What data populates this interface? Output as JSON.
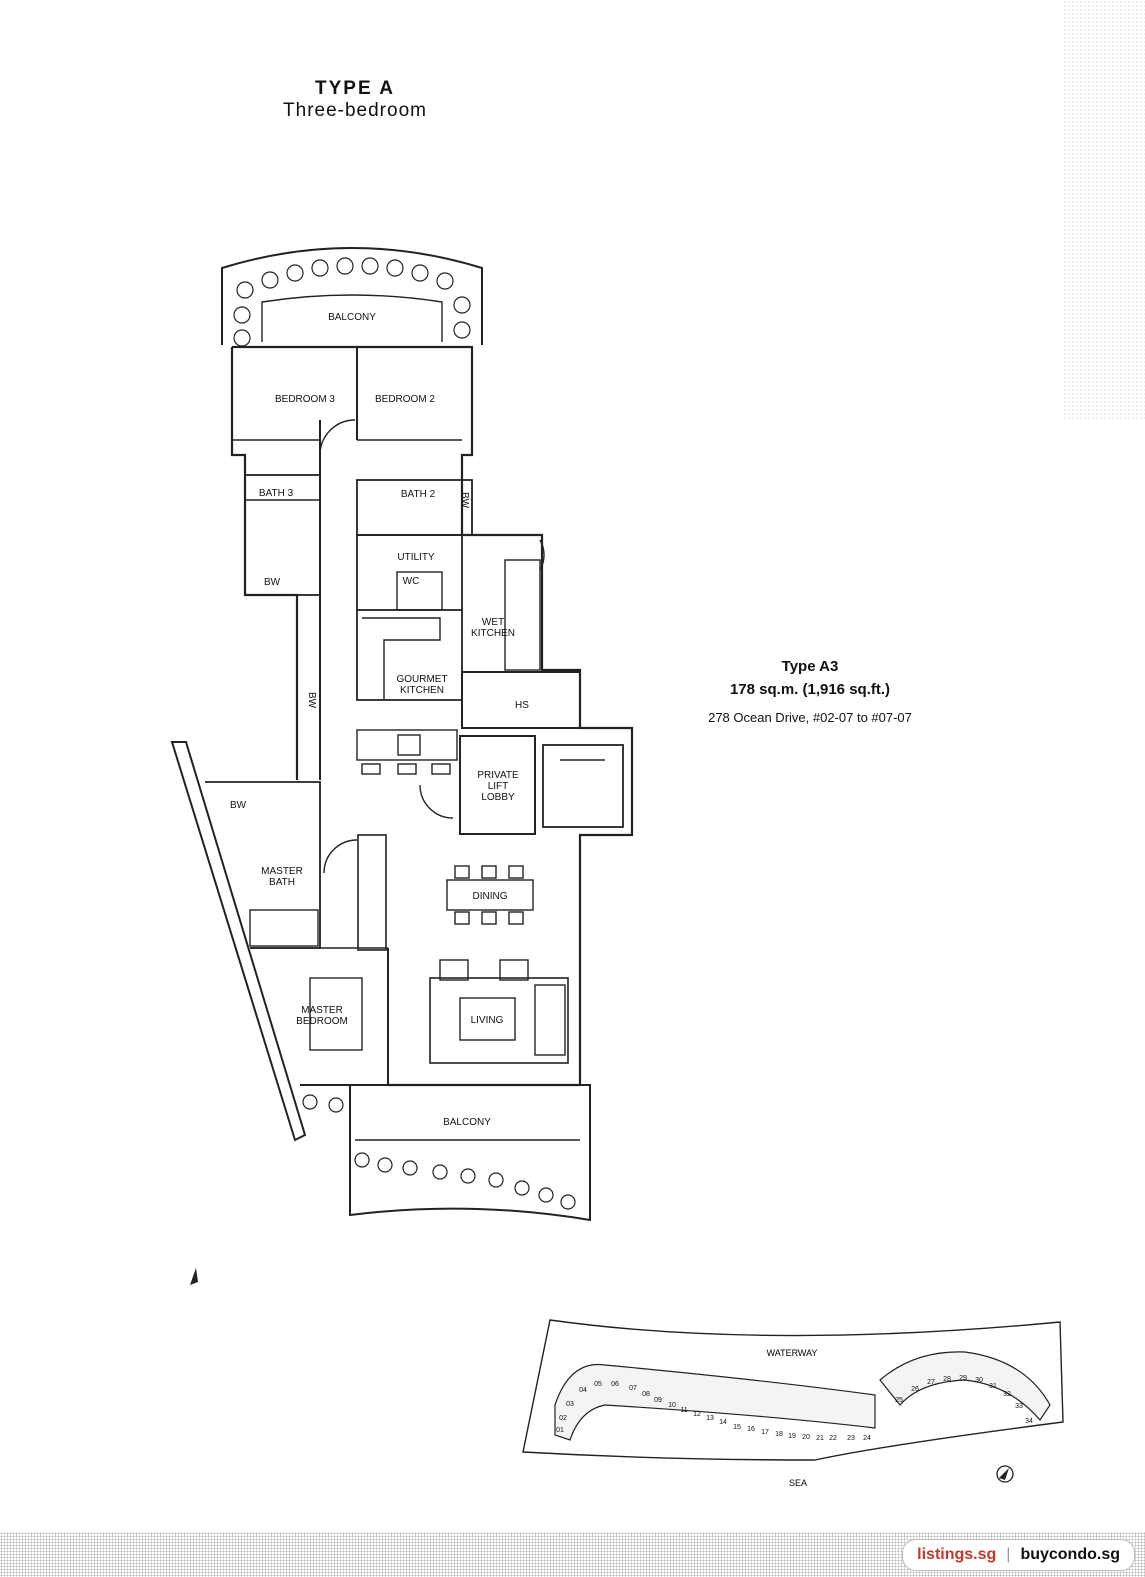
{
  "header": {
    "type": "TYPE A",
    "subtitle": "Three-bedroom"
  },
  "unit_info": {
    "type": "Type A3",
    "area": "178 sq.m. (1,916 sq.ft.)",
    "address": "278 Ocean Drive, #02-07 to #07-07"
  },
  "rooms": {
    "balcony_top": "BALCONY",
    "bedroom3": "BEDROOM 3",
    "bedroom2": "BEDROOM 2",
    "bath3": "BATH 3",
    "bath2": "BATH 2",
    "bw": "BW",
    "utility": "UTILITY",
    "wc": "WC",
    "wet_kitchen_1": "WET",
    "wet_kitchen_2": "KITCHEN",
    "gourmet_1": "GOURMET",
    "gourmet_2": "KITCHEN",
    "hs": "HS",
    "lift_1": "PRIVATE",
    "lift_2": "LIFT",
    "lift_3": "LOBBY",
    "master_bath_1": "MASTER",
    "master_bath_2": "BATH",
    "dining": "DINING",
    "living": "LIVING",
    "master_bed_1": "MASTER",
    "master_bed_2": "BEDROOM",
    "balcony_bottom": "BALCONY"
  },
  "keyplan": {
    "waterway": "WATERWAY",
    "sea": "SEA",
    "units": [
      "01",
      "02",
      "03",
      "04",
      "05",
      "06",
      "07",
      "08",
      "09",
      "10",
      "11",
      "12",
      "13",
      "14",
      "15",
      "16",
      "17",
      "18",
      "19",
      "20",
      "21",
      "22",
      "23",
      "24",
      "25",
      "26",
      "27",
      "28",
      "29",
      "30",
      "31",
      "32",
      "33",
      "34"
    ]
  },
  "watermark": {
    "site1": "listings.sg",
    "separator": "|",
    "site2": "buycondo.sg"
  }
}
